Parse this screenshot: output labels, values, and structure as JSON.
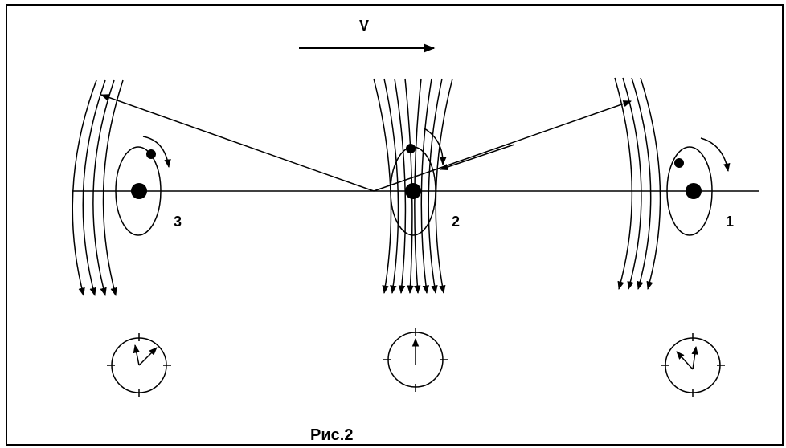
{
  "figure": {
    "velocity_label": "V",
    "caption": "Рис.2",
    "atoms": [
      {
        "label": "3"
      },
      {
        "label": "2"
      },
      {
        "label": "1"
      }
    ]
  },
  "colors": {
    "line": "#000000",
    "background": "#ffffff"
  }
}
